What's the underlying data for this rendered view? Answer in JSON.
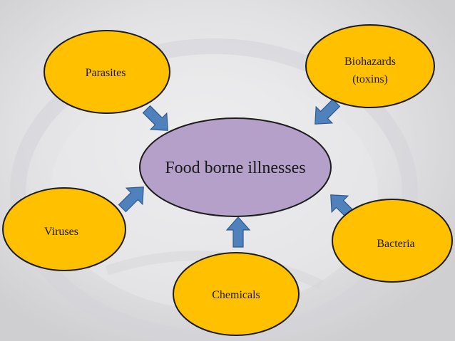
{
  "diagram": {
    "center": {
      "label": "Food borne illnesses"
    },
    "nodes": {
      "parasites": {
        "label": "Parasites"
      },
      "biohazards": {
        "line1": "Biohazards",
        "line2": "(toxins)"
      },
      "viruses": {
        "label": "Viruses"
      },
      "bacteria": {
        "label": "Bacteria"
      },
      "chemicals": {
        "label": "Chemicals"
      }
    }
  },
  "colors": {
    "background": "#e4e4e6",
    "outer_fill": "#ffc000",
    "center_fill": "#b4a0c8",
    "stroke": "#1c1c1c",
    "arrow_fill": "#4f81bd",
    "arrow_stroke": "#2f5a8a"
  }
}
